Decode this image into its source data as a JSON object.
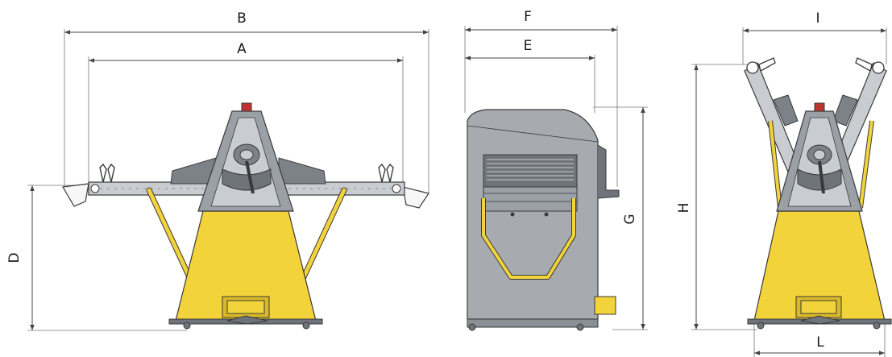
{
  "labels": {
    "A": "A",
    "B": "B",
    "D": "D",
    "E": "E",
    "F": "F",
    "G": "G",
    "H": "H",
    "I": "I",
    "L": "L"
  },
  "colors": {
    "yellow_body": "#f2d33a",
    "yellow_shade": "#d9b928",
    "grey_dark": "#6f747a",
    "grey_mid": "#9aa0a6",
    "grey_light": "#c9cdd1",
    "cover_grey": "#a7abb0",
    "outline": "#3a3a3a",
    "indicator_red": "#c0332f"
  }
}
